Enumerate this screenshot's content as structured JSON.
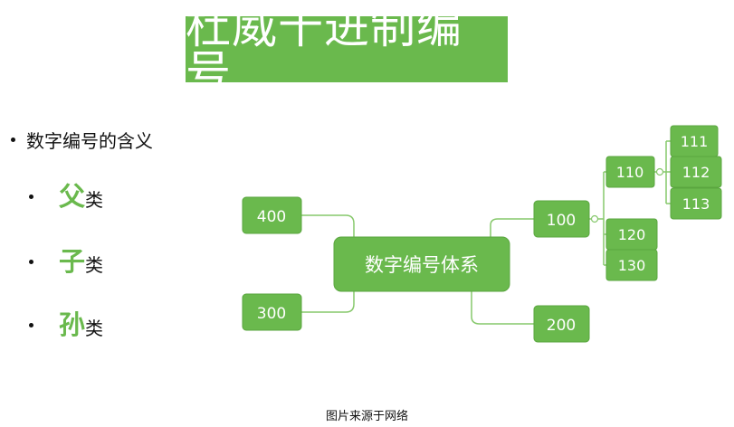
{
  "title": "杜威十进制编号",
  "main_bullet": "数字编号的含义",
  "sub_items": [
    {
      "highlight": "父",
      "rest": "类"
    },
    {
      "highlight": "子",
      "rest": "类"
    },
    {
      "highlight": "孙",
      "rest": "类"
    }
  ],
  "diagram": {
    "root": "数字编号体系",
    "nodes": {
      "n400": "400",
      "n300": "300",
      "n100": "100",
      "n200": "200",
      "n110": "110",
      "n120": "120",
      "n130": "130",
      "n111": "111",
      "n112": "112",
      "n113": "113"
    }
  },
  "caption": "图片来源于网络",
  "colors": {
    "accent": "#6ab94d",
    "connector": "#86c86b"
  }
}
